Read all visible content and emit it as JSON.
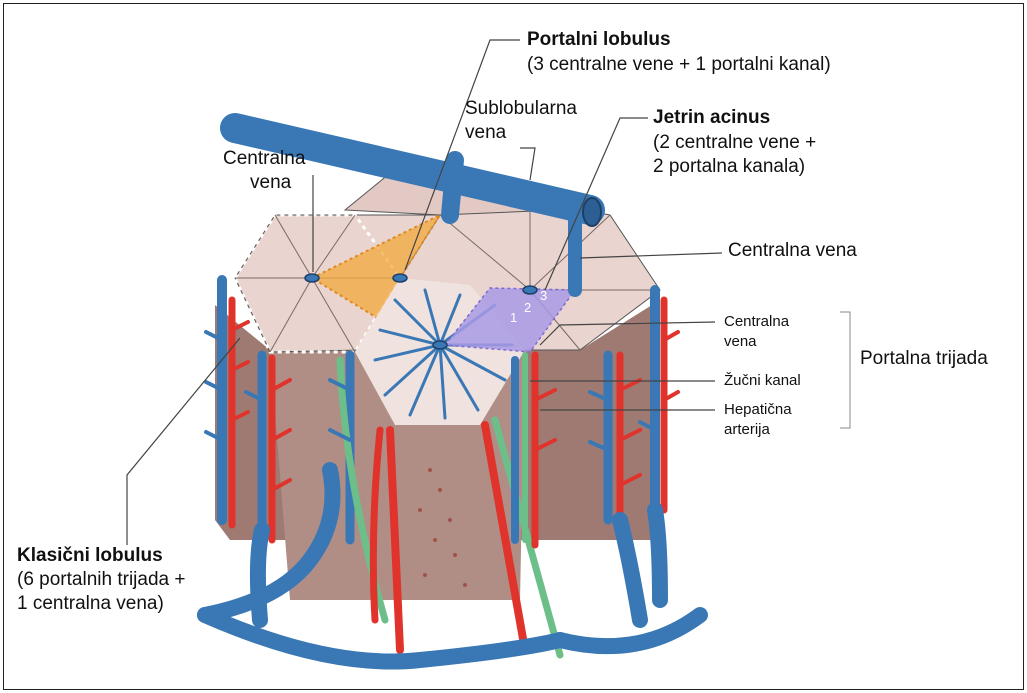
{
  "labels": {
    "portalni_title": "Portalni lobulus",
    "portalni_desc": "(3 centralne vene + 1 portalni kanal)",
    "sublobularna_1": "Sublobularna",
    "sublobularna_2": "vena",
    "acinus_title": "Jetrin acinus",
    "acinus_desc_1": "(2  centralne  vene  +",
    "acinus_desc_2": "2 portalna kanala)",
    "centralna_top_1": "Centralna",
    "centralna_top_2": "vena",
    "centralna_right": "Centralna vena",
    "centralna_small_1": "Centralna",
    "centralna_small_2": "vena",
    "zucni": "Žučni kanal",
    "hepaticna_1": "Hepatična",
    "hepaticna_2": "arterija",
    "portalna_trijada": "Portalna trijada",
    "klasicni_title": "Klasični lobulus",
    "klasicni_desc_1": "(6 portalnih trijada +",
    "klasicni_desc_2": "1 centralna vena)",
    "acinus_zones": [
      "1",
      "2",
      "3"
    ]
  },
  "colors": {
    "vein": "#3a78b5",
    "artery": "#e0332b",
    "bile_duct": "#6dbf8a",
    "lobule_fill": "#e9d4cf",
    "tissue_side": "#9f7a72",
    "portal_lobule": "#f2a93c",
    "acinus": "#a99ae6"
  }
}
